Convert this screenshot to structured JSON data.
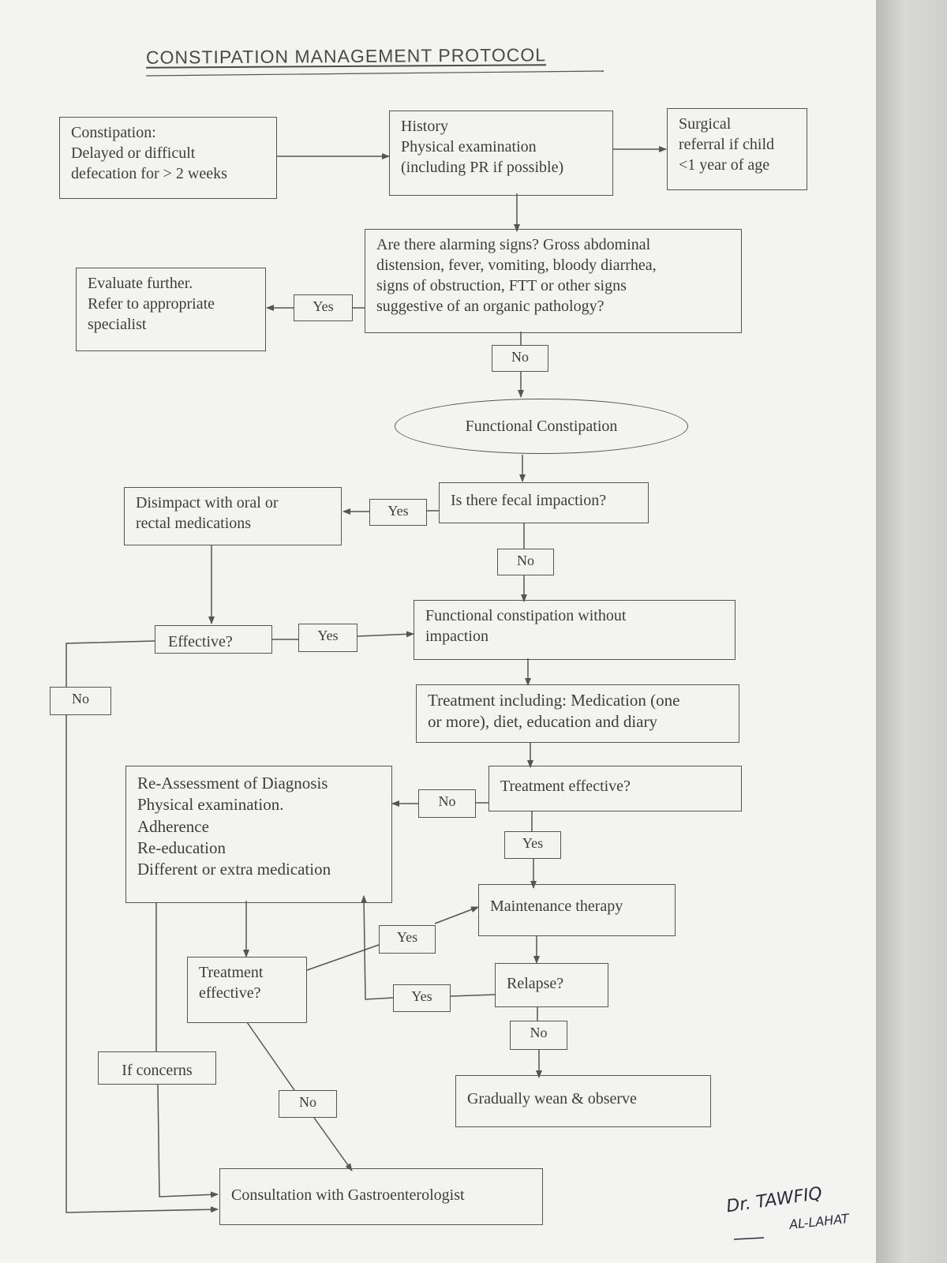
{
  "title": "CONSTIPATION MANAGEMENT PROTOCOL",
  "nodes": {
    "constipation_def": [
      "Constipation:",
      "Delayed or difficult",
      "defecation for > 2 weeks"
    ],
    "history": [
      "History",
      "Physical examination",
      "(including PR if possible)"
    ],
    "surgical_referral": [
      "Surgical",
      "referral if child",
      "<1 year of age"
    ],
    "alarming_signs": [
      "Are there alarming signs? Gross abdominal",
      "distension, fever, vomiting, bloody diarrhea,",
      "signs of obstruction, FTT or other signs",
      "suggestive of an organic pathology?"
    ],
    "evaluate_further": [
      "Evaluate further.",
      "Refer to appropriate",
      "specialist"
    ],
    "functional_constipation": "Functional Constipation",
    "fecal_impaction": "Is there fecal impaction?",
    "disimpact": [
      "Disimpact with oral or",
      "rectal medications"
    ],
    "effective_q": "Effective?",
    "without_impaction": [
      "Functional constipation without",
      "impaction"
    ],
    "treatment_including": [
      "Treatment including: Medication (one",
      "or more), diet, education and diary"
    ],
    "treatment_effective_1": "Treatment effective?",
    "reassessment": [
      "Re-Assessment of Diagnosis",
      "Physical examination.",
      "Adherence",
      "Re-education",
      "Different or extra medication"
    ],
    "maintenance": "Maintenance therapy",
    "treatment_effective_2": [
      "Treatment",
      "effective?"
    ],
    "relapse": "Relapse?",
    "wean": "Gradually wean & observe",
    "if_concerns": "If concerns",
    "consultation": "Consultation with Gastroenterologist"
  },
  "edge_labels": {
    "yes_alarming": "Yes",
    "no_alarming": "No",
    "yes_impaction": "Yes",
    "no_impaction": "No",
    "yes_effective": "Yes",
    "no_effective": "No",
    "no_treatment_1": "No",
    "yes_treatment_1": "Yes",
    "yes_treatment_2": "Yes",
    "yes_relapse": "Yes",
    "no_relapse": "No",
    "no_treatment_2": "No"
  },
  "signature": [
    "Dr. TAWFIQ",
    "AL-LAHAT"
  ]
}
